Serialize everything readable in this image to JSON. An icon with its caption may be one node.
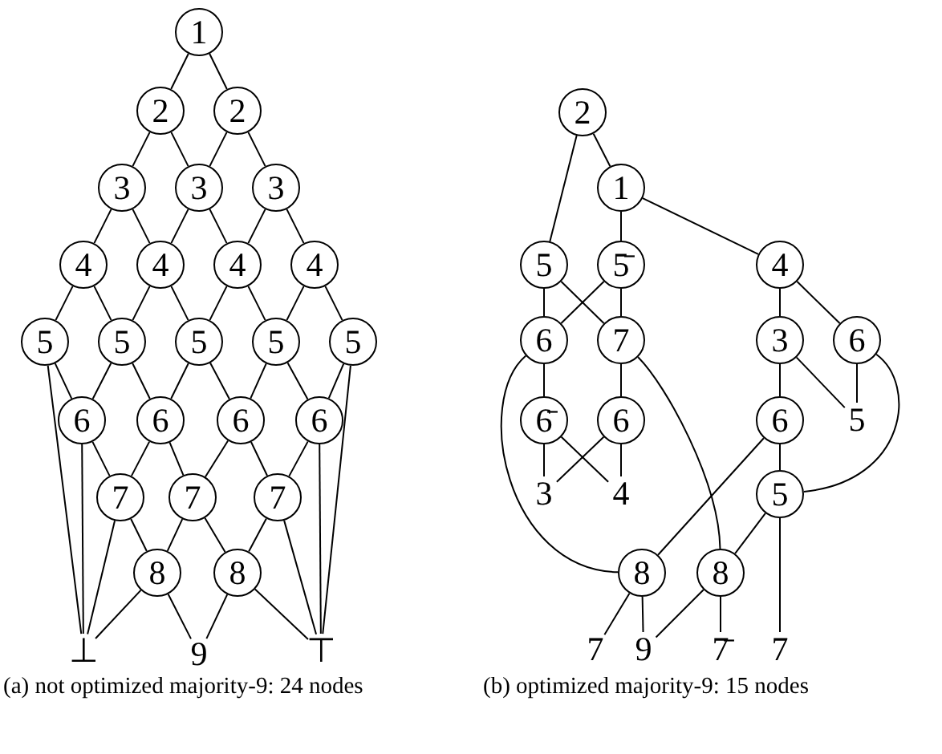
{
  "diagram": {
    "nodes": [
      {
        "text": [
          "1"
        ]
      },
      {
        "text": [
          "2"
        ]
      },
      {
        "text": [
          "2"
        ]
      },
      {
        "text": [
          "3"
        ]
      },
      {
        "text": [
          "3"
        ]
      },
      {
        "text": [
          "3"
        ]
      },
      {
        "text": [
          "4"
        ]
      },
      {
        "text": [
          "4"
        ]
      },
      {
        "text": [
          "4"
        ]
      },
      {
        "text": [
          "4"
        ]
      },
      {
        "text": [
          "5"
        ]
      },
      {
        "text": [
          "5"
        ]
      },
      {
        "text": [
          "5"
        ]
      },
      {
        "text": [
          "5"
        ]
      },
      {
        "text": [
          "5"
        ]
      },
      {
        "text": [
          "6"
        ]
      },
      {
        "text": [
          "6"
        ]
      },
      {
        "text": [
          "6"
        ]
      },
      {
        "text": [
          "6"
        ]
      },
      {
        "text": [
          "7"
        ]
      },
      {
        "text": [
          "7"
        ]
      },
      {
        "text": [
          "7"
        ]
      },
      {
        "text": [
          "8"
        ]
      },
      {
        "text": [
          "8"
        ]
      },
      {
        "text": [
          "⊥"
        ]
      },
      {
        "text": [
          "9"
        ]
      },
      {
        "text": [
          "⊤"
        ]
      },
      {
        "text": [
          "2"
        ]
      },
      {
        "text": [
          "1"
        ]
      },
      {
        "text": [
          "5"
        ]
      },
      {
        "text": [
          "5̄"
        ]
      },
      {
        "text": [
          "4"
        ]
      },
      {
        "text": [
          "6"
        ]
      },
      {
        "text": [
          "7"
        ]
      },
      {
        "text": [
          "3"
        ]
      },
      {
        "text": [
          "6"
        ]
      },
      {
        "text": [
          "6̄"
        ]
      },
      {
        "text": [
          "6"
        ]
      },
      {
        "text": [
          "6"
        ]
      },
      {
        "text": [
          "5"
        ]
      },
      {
        "text": [
          "3"
        ]
      },
      {
        "text": [
          "4"
        ]
      },
      {
        "text": [
          "5"
        ]
      },
      {
        "text": [
          "8"
        ]
      },
      {
        "text": [
          "8"
        ]
      },
      {
        "text": [
          "7"
        ]
      },
      {
        "text": [
          "9"
        ]
      },
      {
        "text": [
          "7̄"
        ]
      },
      {
        "text": [
          "7"
        ]
      }
    ],
    "edges": [
      {
        "from": 0,
        "to": 1,
        "arrow": "none"
      },
      {
        "from": 0,
        "to": 2,
        "arrow": "none"
      },
      {
        "from": 1,
        "to": 3,
        "arrow": "none"
      },
      {
        "from": 1,
        "to": 4,
        "arrow": "none"
      },
      {
        "from": 2,
        "to": 4,
        "arrow": "none"
      },
      {
        "from": 2,
        "to": 5,
        "arrow": "none"
      },
      {
        "from": 3,
        "to": 6,
        "arrow": "none"
      },
      {
        "from": 3,
        "to": 7,
        "arrow": "none"
      },
      {
        "from": 4,
        "to": 7,
        "arrow": "none"
      },
      {
        "from": 4,
        "to": 8,
        "arrow": "none"
      },
      {
        "from": 5,
        "to": 8,
        "arrow": "none"
      },
      {
        "from": 5,
        "to": 9,
        "arrow": "none"
      },
      {
        "from": 6,
        "to": 10,
        "arrow": "none"
      },
      {
        "from": 6,
        "to": 11,
        "arrow": "none"
      },
      {
        "from": 7,
        "to": 11,
        "arrow": "none"
      },
      {
        "from": 7,
        "to": 12,
        "arrow": "none"
      },
      {
        "from": 8,
        "to": 12,
        "arrow": "none"
      },
      {
        "from": 8,
        "to": 13,
        "arrow": "none"
      },
      {
        "from": 9,
        "to": 13,
        "arrow": "none"
      },
      {
        "from": 9,
        "to": 14,
        "arrow": "none"
      },
      {
        "from": 10,
        "to": 15,
        "arrow": "none"
      },
      {
        "from": 10,
        "to": 24,
        "arrow": "none"
      },
      {
        "from": 11,
        "to": 15,
        "arrow": "none"
      },
      {
        "from": 11,
        "to": 16,
        "arrow": "none"
      },
      {
        "from": 12,
        "to": 16,
        "arrow": "none"
      },
      {
        "from": 12,
        "to": 17,
        "arrow": "none"
      },
      {
        "from": 13,
        "to": 17,
        "arrow": "none"
      },
      {
        "from": 13,
        "to": 18,
        "arrow": "none"
      },
      {
        "from": 14,
        "to": 18,
        "arrow": "none"
      },
      {
        "from": 14,
        "to": 26,
        "arrow": "none"
      },
      {
        "from": 15,
        "to": 19,
        "arrow": "none"
      },
      {
        "from": 15,
        "to": 24,
        "arrow": "none"
      },
      {
        "from": 16,
        "to": 19,
        "arrow": "none"
      },
      {
        "from": 16,
        "to": 20,
        "arrow": "none"
      },
      {
        "from": 17,
        "to": 20,
        "arrow": "none"
      },
      {
        "from": 17,
        "to": 21,
        "arrow": "none"
      },
      {
        "from": 18,
        "to": 21,
        "arrow": "none"
      },
      {
        "from": 18,
        "to": 26,
        "arrow": "none"
      },
      {
        "from": 19,
        "to": 22,
        "arrow": "none"
      },
      {
        "from": 19,
        "to": 24,
        "arrow": "none"
      },
      {
        "from": 20,
        "to": 22,
        "arrow": "none"
      },
      {
        "from": 20,
        "to": 23,
        "arrow": "none"
      },
      {
        "from": 21,
        "to": 23,
        "arrow": "none"
      },
      {
        "from": 21,
        "to": 26,
        "arrow": "none"
      },
      {
        "from": 22,
        "to": 24,
        "arrow": "none"
      },
      {
        "from": 22,
        "to": 25,
        "arrow": "none"
      },
      {
        "from": 23,
        "to": 25,
        "arrow": "none"
      },
      {
        "from": 23,
        "to": 26,
        "arrow": "none"
      },
      {
        "from": 27,
        "to": 29,
        "arrow": "none"
      },
      {
        "from": 27,
        "to": 28,
        "arrow": "none"
      },
      {
        "from": 28,
        "to": 30,
        "arrow": "none"
      },
      {
        "from": 28,
        "to": 31,
        "arrow": "none"
      },
      {
        "from": 29,
        "to": 32,
        "arrow": "none"
      },
      {
        "from": 29,
        "to": 33,
        "arrow": "none"
      },
      {
        "from": 30,
        "to": 32,
        "arrow": "none"
      },
      {
        "from": 30,
        "to": 33,
        "arrow": "none"
      },
      {
        "from": 31,
        "to": 34,
        "arrow": "none"
      },
      {
        "from": 31,
        "to": 35,
        "arrow": "none"
      },
      {
        "from": 32,
        "to": 36,
        "arrow": "none"
      },
      {
        "from": 32,
        "to": 43,
        "arrow": "none"
      },
      {
        "from": 33,
        "to": 37,
        "arrow": "none"
      },
      {
        "from": 33,
        "to": 44,
        "arrow": "none"
      },
      {
        "from": 36,
        "to": 40,
        "arrow": "none"
      },
      {
        "from": 36,
        "to": 41,
        "arrow": "none"
      },
      {
        "from": 37,
        "to": 40,
        "arrow": "none"
      },
      {
        "from": 37,
        "to": 41,
        "arrow": "none"
      },
      {
        "from": 34,
        "to": 38,
        "arrow": "none"
      },
      {
        "from": 34,
        "to": 39,
        "arrow": "none"
      },
      {
        "from": 35,
        "to": 39,
        "arrow": "none"
      },
      {
        "from": 35,
        "to": 42,
        "arrow": "none"
      },
      {
        "from": 38,
        "to": 42,
        "arrow": "none"
      },
      {
        "from": 38,
        "to": 43,
        "arrow": "none"
      },
      {
        "from": 42,
        "to": 44,
        "arrow": "none"
      },
      {
        "from": 42,
        "to": 48,
        "arrow": "none"
      },
      {
        "from": 43,
        "to": 45,
        "arrow": "none"
      },
      {
        "from": 43,
        "to": 46,
        "arrow": "none"
      },
      {
        "from": 44,
        "to": 46,
        "arrow": "none"
      },
      {
        "from": 44,
        "to": 47,
        "arrow": "none"
      }
    ],
    "labels": [
      "(a) not optimized majority-9: 24 nodes",
      "(b) optimized majority-9: 15 nodes"
    ]
  }
}
